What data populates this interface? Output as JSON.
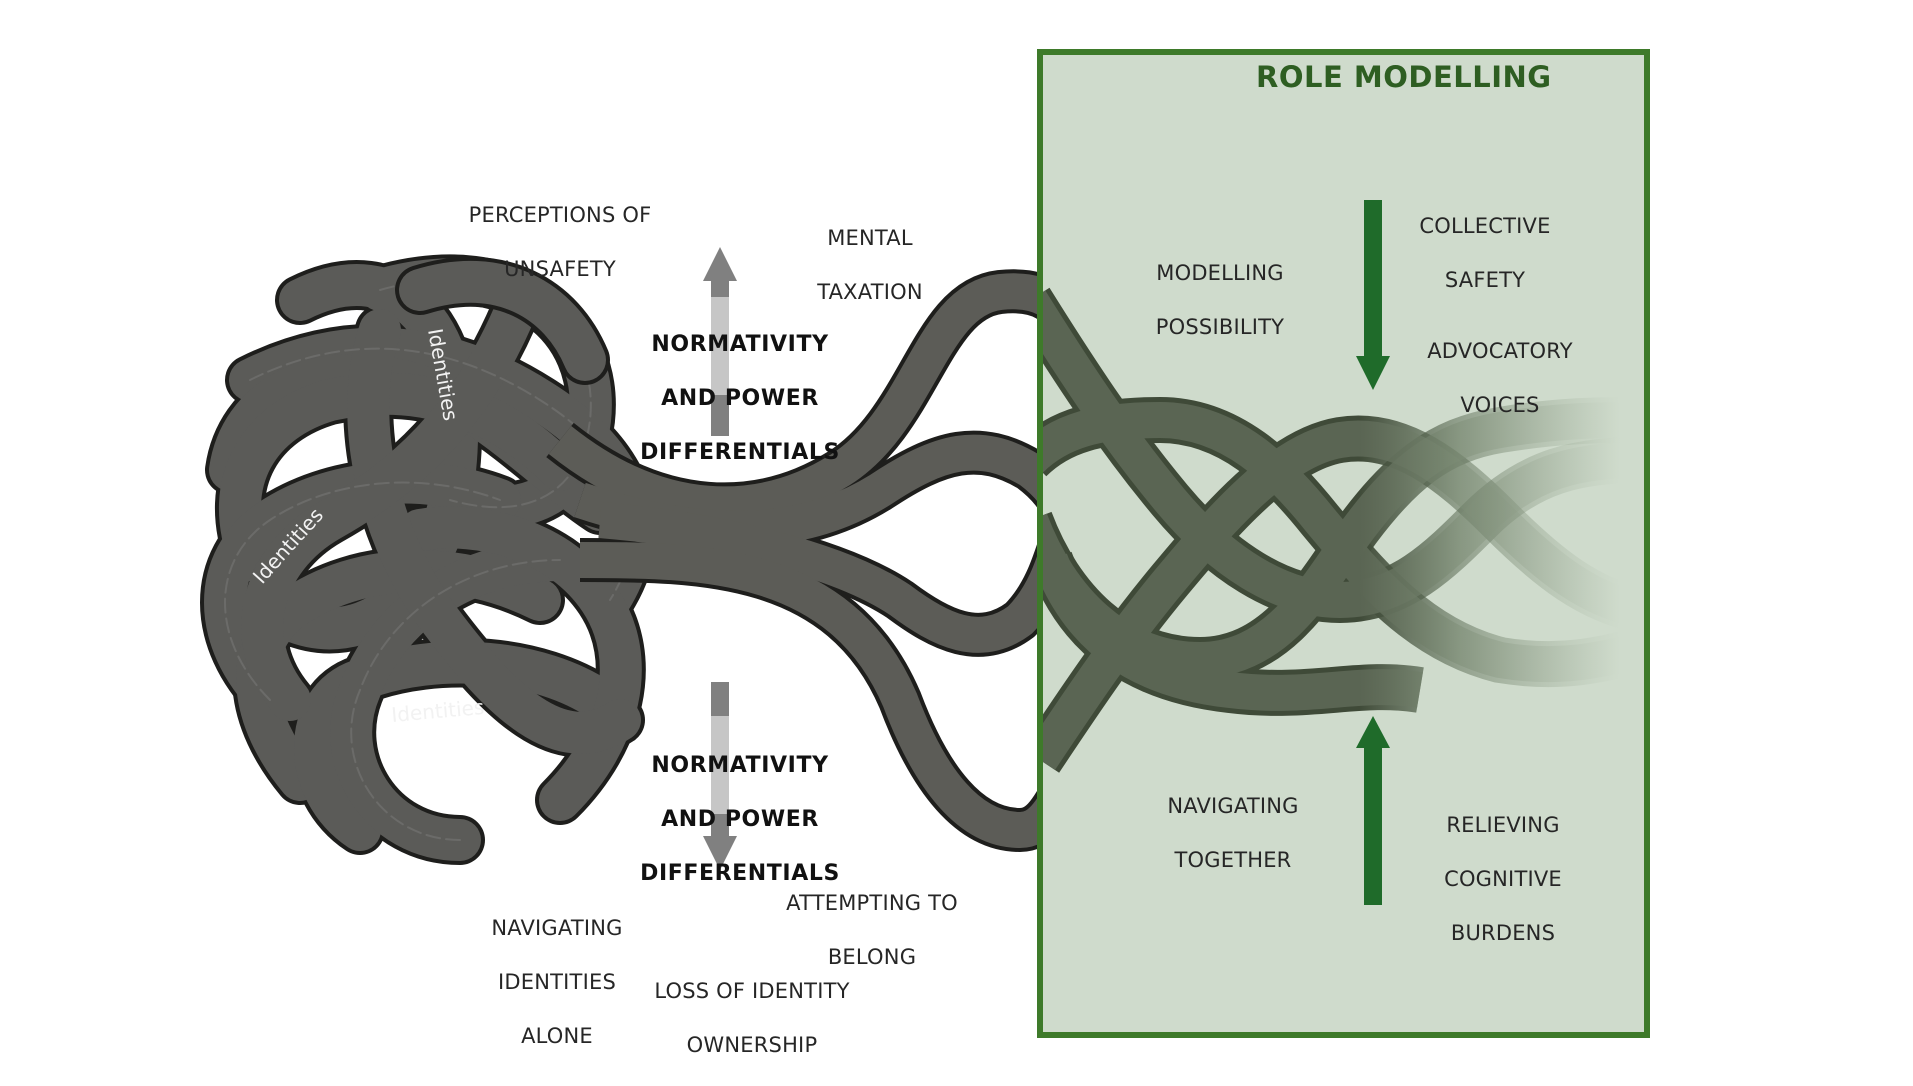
{
  "diagram": {
    "colors": {
      "background": "#ffffff",
      "panel_fill": "#cfdbcc",
      "panel_border": "#3e7a2a",
      "panel_title": "#2e5e22",
      "green_arrow": "#1f6b2a",
      "gray_arrow_dark": "#808080",
      "gray_arrow_light": "#c6c6c6",
      "rope_gray": "#5b5b58",
      "rope_green": "#3f4a38",
      "label_text": "#262626"
    },
    "knot": {
      "strand_labels": [
        "Identities",
        "Identities",
        "Identities"
      ]
    },
    "left_labels": {
      "perceptions_unsafety": [
        "PERCEPTIONS OF",
        "UNSAFETY"
      ],
      "mental_taxation": [
        "MENTAL",
        "TAXATION"
      ],
      "normativity_top": [
        "NORMATIVITY",
        "AND POWER",
        "DIFFERENTIALS"
      ],
      "normativity_bottom": [
        "NORMATIVITY",
        "AND POWER",
        "DIFFERENTIALS"
      ],
      "navigating_alone": [
        "NAVIGATING",
        "IDENTITIES",
        "ALONE"
      ],
      "loss_ownership": [
        "LOSS OF IDENTITY",
        "OWNERSHIP"
      ],
      "attempting_belong": [
        "ATTEMPTING TO",
        "BELONG"
      ]
    },
    "role_modelling_panel": {
      "title": "ROLE MODELLING",
      "collective_safety": [
        "COLLECTIVE",
        "SAFETY"
      ],
      "modelling_possibility": [
        "MODELLING",
        "POSSIBILITY"
      ],
      "advocatory_voices": [
        "ADVOCATORY",
        "VOICES"
      ],
      "navigating_together": [
        "NAVIGATING",
        "TOGETHER"
      ],
      "relieving_burdens": [
        "RELIEVING",
        "COGNITIVE",
        "BURDENS"
      ]
    },
    "arrows": {
      "top_gray": "up-arrow",
      "bottom_gray": "down-arrow",
      "green_top": "down-arrow",
      "green_bottom": "up-arrow"
    }
  }
}
